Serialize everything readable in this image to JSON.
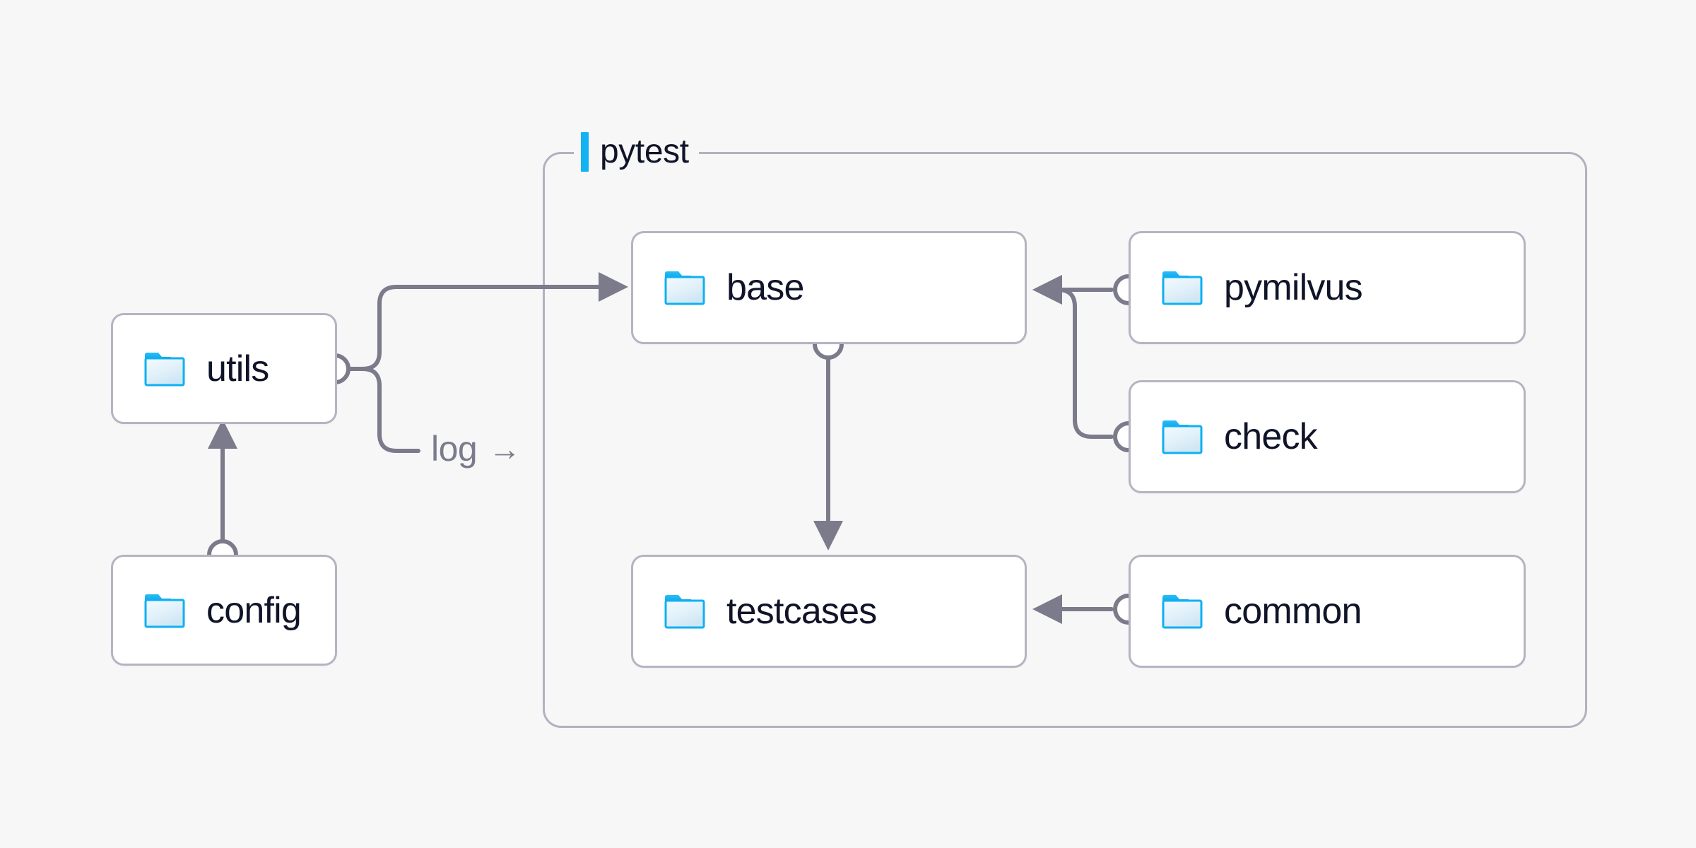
{
  "diagram": {
    "title": "pytest",
    "background_color": "#f7f7f8",
    "accent_color": "#12b2f3",
    "edge_color": "#7b7b8b",
    "node_border_color": "#b6b4c2",
    "node_fill_color": "#ffffff",
    "text_color": "#101428"
  },
  "group": {
    "label": "pytest",
    "bar_color": "#12b2f3"
  },
  "nodes": [
    {
      "id": "utils",
      "label": "utils",
      "icon": "folder-icon"
    },
    {
      "id": "config",
      "label": "config",
      "icon": "folder-icon"
    },
    {
      "id": "base",
      "label": "base",
      "icon": "folder-icon"
    },
    {
      "id": "testcases",
      "label": "testcases",
      "icon": "folder-icon"
    },
    {
      "id": "pymilvus",
      "label": "pymilvus",
      "icon": "folder-icon"
    },
    {
      "id": "check",
      "label": "check",
      "icon": "folder-icon"
    },
    {
      "id": "common",
      "label": "common",
      "icon": "folder-icon"
    }
  ],
  "edges": [
    {
      "id": "utils-base",
      "from": "utils",
      "to": "base",
      "label": ""
    },
    {
      "id": "utils-log",
      "from": "utils",
      "to": "",
      "label": "log"
    },
    {
      "id": "config-utils",
      "from": "config",
      "to": "utils",
      "label": ""
    },
    {
      "id": "base-testcases",
      "from": "base",
      "to": "testcases",
      "label": ""
    },
    {
      "id": "pymilvus-base",
      "from": "pymilvus",
      "to": "base",
      "label": ""
    },
    {
      "id": "check-base",
      "from": "check",
      "to": "base",
      "label": ""
    },
    {
      "id": "common-testcases",
      "from": "common",
      "to": "testcases",
      "label": ""
    }
  ],
  "edge_labels": {
    "log": "log",
    "log_arrow": "→"
  }
}
